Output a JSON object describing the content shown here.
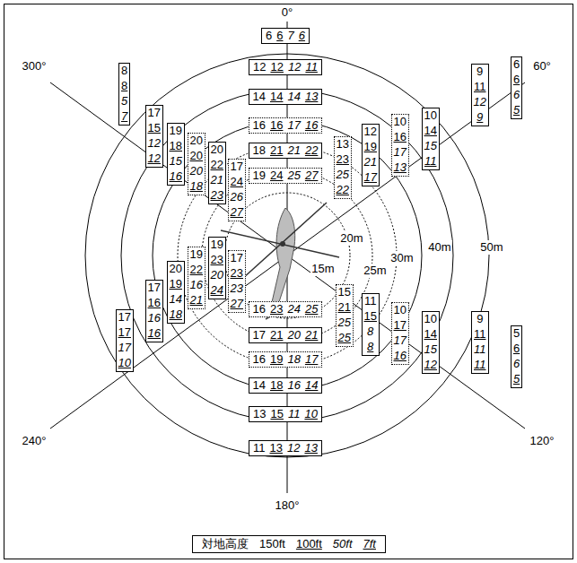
{
  "diagram": {
    "nodes": [
      {
        "text": [
          "6",
          "6",
          "7",
          "6"
        ]
      },
      {
        "text": [
          "12",
          "12",
          "12",
          "11"
        ]
      },
      {
        "text": [
          "14",
          "14",
          "14",
          "13"
        ]
      },
      {
        "text": [
          "16",
          "16",
          "17",
          "16"
        ]
      },
      {
        "text": [
          "18",
          "21",
          "21",
          "22"
        ]
      },
      {
        "text": [
          "19",
          "24",
          "25",
          "27"
        ]
      },
      {
        "text": [
          "8",
          "8",
          "5",
          "7"
        ]
      },
      {
        "text": [
          "17",
          "15",
          "12",
          "12"
        ]
      },
      {
        "text": [
          "19",
          "18",
          "15",
          "16"
        ]
      },
      {
        "text": [
          "20",
          "20",
          "20",
          "18"
        ]
      },
      {
        "text": [
          "20",
          "22",
          "21",
          "23"
        ]
      },
      {
        "text": [
          "17",
          "24",
          "26",
          "27"
        ]
      },
      {
        "text": [
          "6",
          "6",
          "6",
          "5"
        ]
      },
      {
        "text": [
          "9",
          "11",
          "12",
          "9"
        ]
      },
      {
        "text": [
          "10",
          "14",
          "15",
          "11"
        ]
      },
      {
        "text": [
          "10",
          "16",
          "17",
          "13"
        ]
      },
      {
        "text": [
          "12",
          "19",
          "21",
          "17"
        ]
      },
      {
        "text": [
          "13",
          "23",
          "25",
          "22"
        ]
      },
      {
        "text": [
          "17",
          "23",
          "23",
          "27"
        ]
      },
      {
        "text": [
          "19",
          "23",
          "20",
          "24"
        ]
      },
      {
        "text": [
          "19",
          "22",
          "16",
          "21"
        ]
      },
      {
        "text": [
          "20",
          "19",
          "14",
          "18"
        ]
      },
      {
        "text": [
          "17",
          "16",
          "16",
          "16"
        ]
      },
      {
        "text": [
          "17",
          "17",
          "17",
          "10"
        ]
      },
      {
        "text": [
          "15",
          "21",
          "25",
          "25"
        ]
      },
      {
        "text": [
          "11",
          "15",
          "8",
          "8"
        ]
      },
      {
        "text": [
          "10",
          "17",
          "17",
          "16"
        ]
      },
      {
        "text": [
          "10",
          "14",
          "15",
          "12"
        ]
      },
      {
        "text": [
          "9",
          "11",
          "11",
          "11"
        ]
      },
      {
        "text": [
          "5",
          "6",
          "6",
          "5"
        ]
      },
      {
        "text": [
          "16",
          "23",
          "24",
          "25"
        ]
      },
      {
        "text": [
          "17",
          "21",
          "20",
          "21"
        ]
      },
      {
        "text": [
          "16",
          "19",
          "18",
          "17"
        ]
      },
      {
        "text": [
          "14",
          "18",
          "16",
          "14"
        ]
      },
      {
        "text": [
          "13",
          "15",
          "11",
          "10"
        ]
      },
      {
        "text": [
          "11",
          "13",
          "12",
          "13"
        ]
      },
      {
        "text": [
          "対地高度",
          "150ft",
          "100ft",
          "50ft",
          "7ft"
        ]
      }
    ],
    "labels": [
      "0°",
      "60°",
      "120°",
      "180°",
      "240°",
      "300°",
      "15m",
      "20m",
      "25m",
      "30m",
      "40m",
      "50m"
    ]
  }
}
